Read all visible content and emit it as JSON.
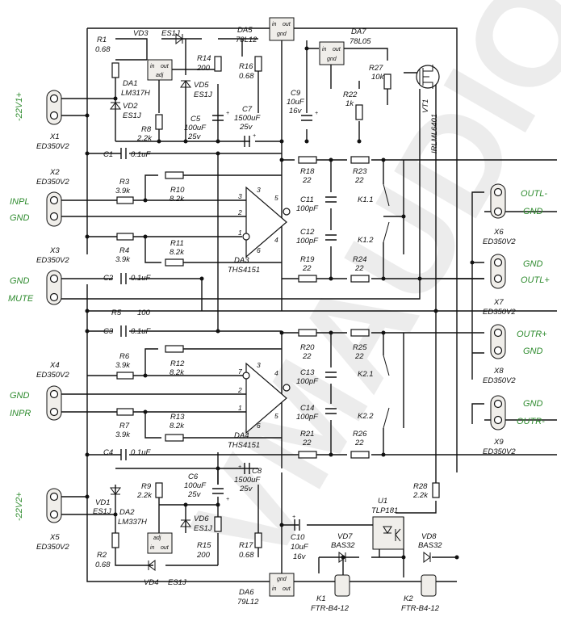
{
  "watermark": "VMAUDIO",
  "supply": {
    "pos_label": "-22V1+",
    "neg_label": "-22V2+"
  },
  "connector_labels": {
    "inpl": "INPL",
    "gnd_l_in": "GND",
    "gnd_mute": "GND",
    "mute": "MUTE",
    "gnd_r_in": "GND",
    "inpr": "INPR",
    "outl_minus": "OUTL-",
    "gnd_outl_top": "GND",
    "gnd_outl_plus": "GND",
    "outl_plus": "OUTL+",
    "outr_plus": "OUTR+",
    "gnd_outr": "GND",
    "gnd_outr_minus": "GND",
    "outr_minus": "OUTR-"
  },
  "ic_pins": {
    "in": "in",
    "out": "out",
    "gnd": "gnd",
    "adj": "adj",
    "p1": "1",
    "p2": "2",
    "p3": "3",
    "p4": "4",
    "p5": "5",
    "p6": "6",
    "p7": "7"
  },
  "components": {
    "X1": {
      "ref": "X1",
      "value": "ED350V2"
    },
    "X2": {
      "ref": "X2",
      "value": "ED350V2"
    },
    "X3": {
      "ref": "X3",
      "value": "ED350V2"
    },
    "X4": {
      "ref": "X4",
      "value": "ED350V2"
    },
    "X5": {
      "ref": "X5",
      "value": "ED350V2"
    },
    "X6": {
      "ref": "X6",
      "value": "ED350V2"
    },
    "X7": {
      "ref": "X7",
      "value": "ED350V2"
    },
    "X8": {
      "ref": "X8",
      "value": "ED350V2"
    },
    "X9": {
      "ref": "X9",
      "value": "ED350V2"
    },
    "R1": {
      "ref": "R1",
      "value": "0.68"
    },
    "R2": {
      "ref": "R2",
      "value": "0.68"
    },
    "R3": {
      "ref": "R3",
      "value": "3.9k"
    },
    "R4": {
      "ref": "R4",
      "value": "3.9k"
    },
    "R5": {
      "ref": "R5",
      "value": "100"
    },
    "R6": {
      "ref": "R6",
      "value": "3.9k"
    },
    "R7": {
      "ref": "R7",
      "value": "3.9k"
    },
    "R8": {
      "ref": "R8",
      "value": "2.2k"
    },
    "R9": {
      "ref": "R9",
      "value": "2.2k"
    },
    "R10": {
      "ref": "R10",
      "value": "8.2k"
    },
    "R11": {
      "ref": "R11",
      "value": "8.2k"
    },
    "R12": {
      "ref": "R12",
      "value": "8.2k"
    },
    "R13": {
      "ref": "R13",
      "value": "8.2k"
    },
    "R14": {
      "ref": "R14",
      "value": "200"
    },
    "R15": {
      "ref": "R15",
      "value": "200"
    },
    "R16": {
      "ref": "R16",
      "value": "0.68"
    },
    "R17": {
      "ref": "R17",
      "value": "0.68"
    },
    "R18": {
      "ref": "R18",
      "value": "22"
    },
    "R19": {
      "ref": "R19",
      "value": "22"
    },
    "R20": {
      "ref": "R20",
      "value": "22"
    },
    "R21": {
      "ref": "R21",
      "value": "22"
    },
    "R22": {
      "ref": "R22",
      "value": "1k"
    },
    "R23": {
      "ref": "R23",
      "value": "22"
    },
    "R24": {
      "ref": "R24",
      "value": "22"
    },
    "R25": {
      "ref": "R25",
      "value": "22"
    },
    "R26": {
      "ref": "R26",
      "value": "22"
    },
    "R27": {
      "ref": "R27",
      "value": "10k"
    },
    "R28": {
      "ref": "R28",
      "value": "2.2k"
    },
    "C1": {
      "ref": "C1",
      "value": "0.1uF"
    },
    "C2": {
      "ref": "C2",
      "value": "0.1uF"
    },
    "C3": {
      "ref": "C3",
      "value": "0.1uF"
    },
    "C4": {
      "ref": "C4",
      "value": "0.1uF"
    },
    "C5": {
      "ref": "C5",
      "value": "100uF",
      "rating": "25v"
    },
    "C6": {
      "ref": "C6",
      "value": "100uF",
      "rating": "25v"
    },
    "C7": {
      "ref": "C7",
      "value": "1500uF",
      "rating": "25v"
    },
    "C8": {
      "ref": "C8",
      "value": "1500uF",
      "rating": "25v"
    },
    "C9": {
      "ref": "C9",
      "value": "10uF",
      "rating": "16v"
    },
    "C10": {
      "ref": "C10",
      "value": "10uF",
      "rating": "16v"
    },
    "C11": {
      "ref": "C11",
      "value": "100pF"
    },
    "C12": {
      "ref": "C12",
      "value": "100pF"
    },
    "C13": {
      "ref": "C13",
      "value": "100pF"
    },
    "C14": {
      "ref": "C14",
      "value": "100pF"
    },
    "VD1": {
      "ref": "VD1",
      "value": "ES1J"
    },
    "VD2": {
      "ref": "VD2",
      "value": "ES1J"
    },
    "VD3": {
      "ref": "VD3",
      "value": "ES1J"
    },
    "VD4": {
      "ref": "VD4",
      "value": "ES1J"
    },
    "VD5": {
      "ref": "VD5",
      "value": "ES1J"
    },
    "VD6": {
      "ref": "VD6",
      "value": "ES1J"
    },
    "VD7": {
      "ref": "VD7",
      "value": "BAS32"
    },
    "VD8": {
      "ref": "VD8",
      "value": "BAS32"
    },
    "DA1": {
      "ref": "DA1",
      "value": "LM317H"
    },
    "DA2": {
      "ref": "DA2",
      "value": "LM337H"
    },
    "DA3": {
      "ref": "DA3",
      "value": "THS4151"
    },
    "DA4": {
      "ref": "DA4",
      "value": "THS4151"
    },
    "DA5": {
      "ref": "DA5",
      "value": "78L12"
    },
    "DA6": {
      "ref": "DA6",
      "value": "79L12"
    },
    "DA7": {
      "ref": "DA7",
      "value": "78L05"
    },
    "VT1": {
      "ref": "VT1",
      "value": "IRLML6401"
    },
    "U1": {
      "ref": "U1",
      "value": "TLP181"
    },
    "K1": {
      "ref": "K1",
      "value": "FTR-B4-12"
    },
    "K2": {
      "ref": "K2",
      "value": "FTR-B4-12"
    },
    "K1_1": {
      "ref": "K1.1"
    },
    "K1_2": {
      "ref": "K1.2"
    },
    "K2_1": {
      "ref": "K2.1"
    },
    "K2_2": {
      "ref": "K2.2"
    }
  }
}
